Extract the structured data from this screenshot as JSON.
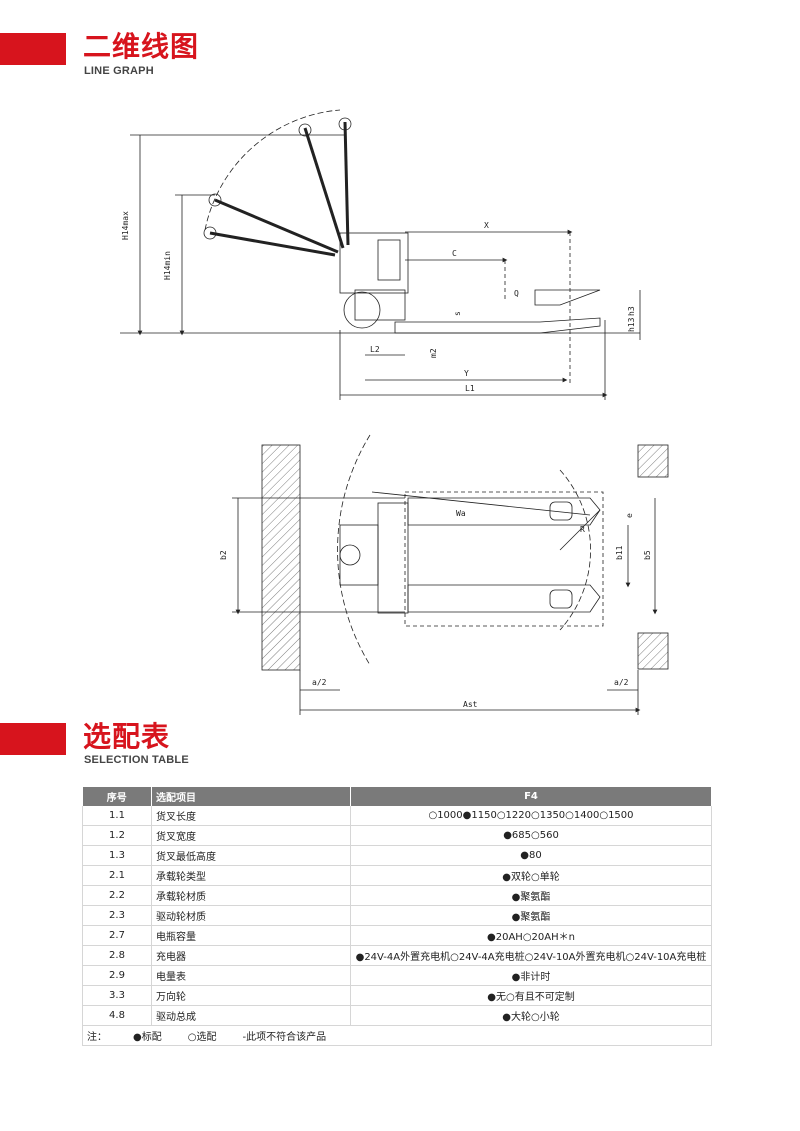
{
  "section1": {
    "title": "二维线图",
    "subtitle": "LINE GRAPH"
  },
  "diagram_labels": {
    "h14max": "H14max",
    "h14min": "H14min",
    "x": "X",
    "c": "C",
    "q": "Q",
    "s": "s",
    "h3": "h3",
    "h13": "h13",
    "l2": "L2",
    "m2": "m2",
    "y": "Y",
    "l1": "L1",
    "b2": "b2",
    "wa": "Wa",
    "r": "R",
    "e": "e",
    "b11": "b11",
    "b5": "b5",
    "a2_left": "a/2",
    "a2_right": "a/2",
    "ast": "Ast"
  },
  "section2": {
    "title": "选配表",
    "subtitle": "SELECTION TABLE"
  },
  "table": {
    "headers": [
      "序号",
      "选配项目",
      "F4"
    ],
    "rows": [
      {
        "no": "1.1",
        "item": "货叉长度",
        "value": "○1000●1150○1220○1350○1400○1500"
      },
      {
        "no": "1.2",
        "item": "货叉宽度",
        "value": "●685○560"
      },
      {
        "no": "1.3",
        "item": "货叉最低高度",
        "value": "●80"
      },
      {
        "no": "2.1",
        "item": "承载轮类型",
        "value": "●双轮○单轮"
      },
      {
        "no": "2.2",
        "item": "承载轮材质",
        "value": "●聚氨酯"
      },
      {
        "no": "2.3",
        "item": "驱动轮材质",
        "value": "●聚氨酯"
      },
      {
        "no": "2.7",
        "item": "电瓶容量",
        "value": "●20AH○20AH＊n"
      },
      {
        "no": "2.8",
        "item": "充电器",
        "value": "●24V-4A外置充电机○24V-4A充电桩○24V-10A外置充电机○24V-10A充电桩"
      },
      {
        "no": "2.9",
        "item": "电量表",
        "value": "●非计时"
      },
      {
        "no": "3.3",
        "item": "万向轮",
        "value": "●无○有且不可定制"
      },
      {
        "no": "4.8",
        "item": "驱动总成",
        "value": "●大轮○小轮"
      }
    ],
    "note": {
      "prefix": "注：",
      "standard": "●标配",
      "optional": "○选配",
      "na": "-此项不符合该产品"
    }
  }
}
